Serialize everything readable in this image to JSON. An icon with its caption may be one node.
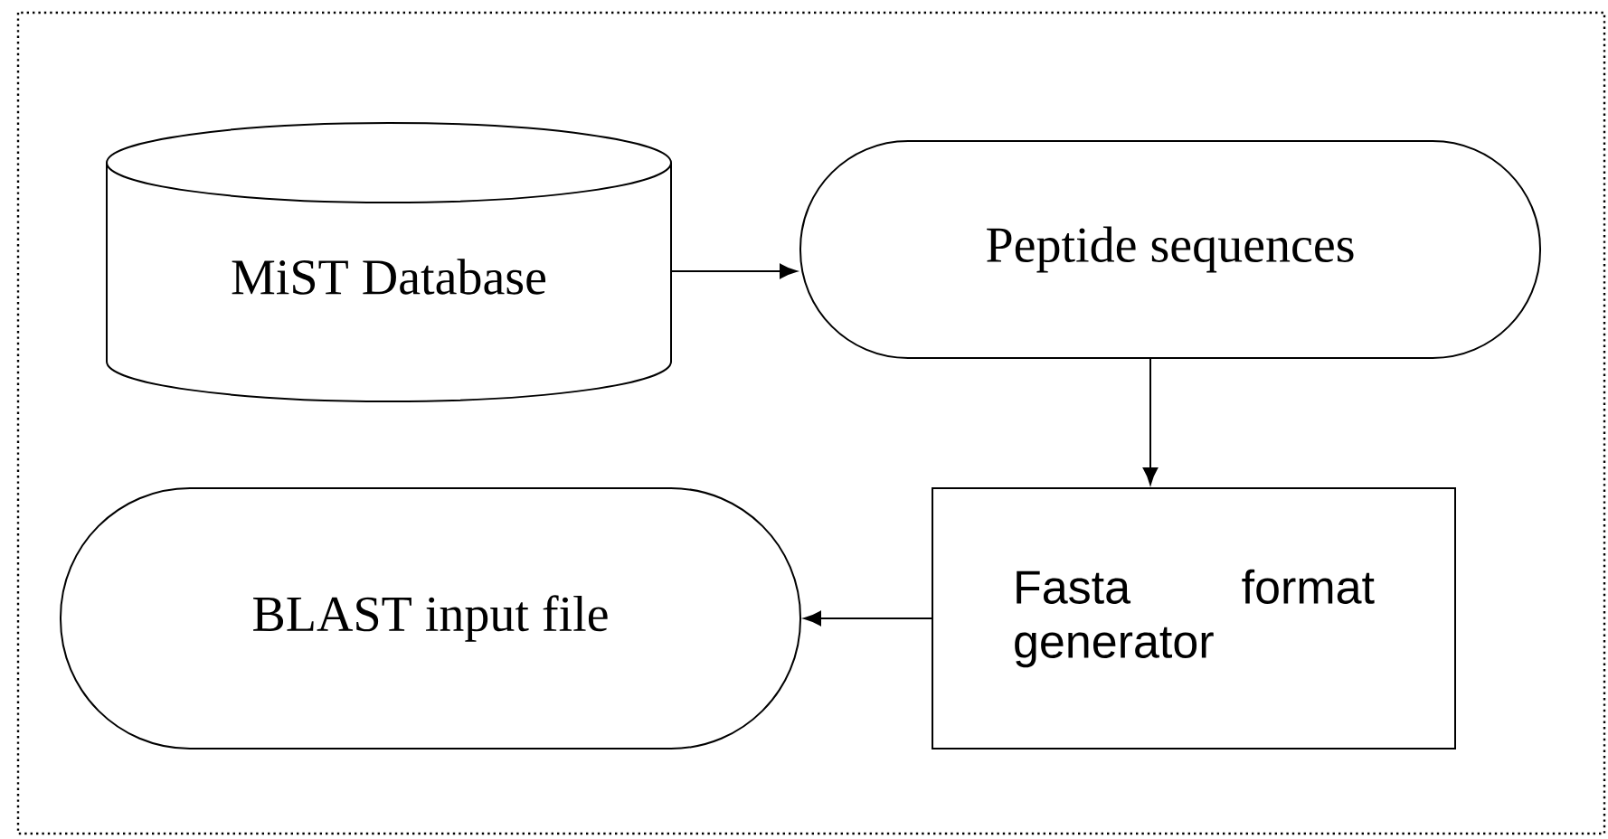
{
  "diagram": {
    "nodes": [
      {
        "text": [
          "MiST Database"
        ]
      },
      {
        "text": [
          "Peptide sequences"
        ]
      },
      {
        "text": [
          "Fasta format generator"
        ]
      },
      {
        "text": [
          "BLAST input file"
        ]
      }
    ],
    "edges": [
      {
        "from": 0,
        "to": 1,
        "arrow": "to"
      },
      {
        "from": 1,
        "to": 2,
        "arrow": "to"
      },
      {
        "from": 2,
        "to": 3,
        "arrow": "to"
      }
    ]
  }
}
